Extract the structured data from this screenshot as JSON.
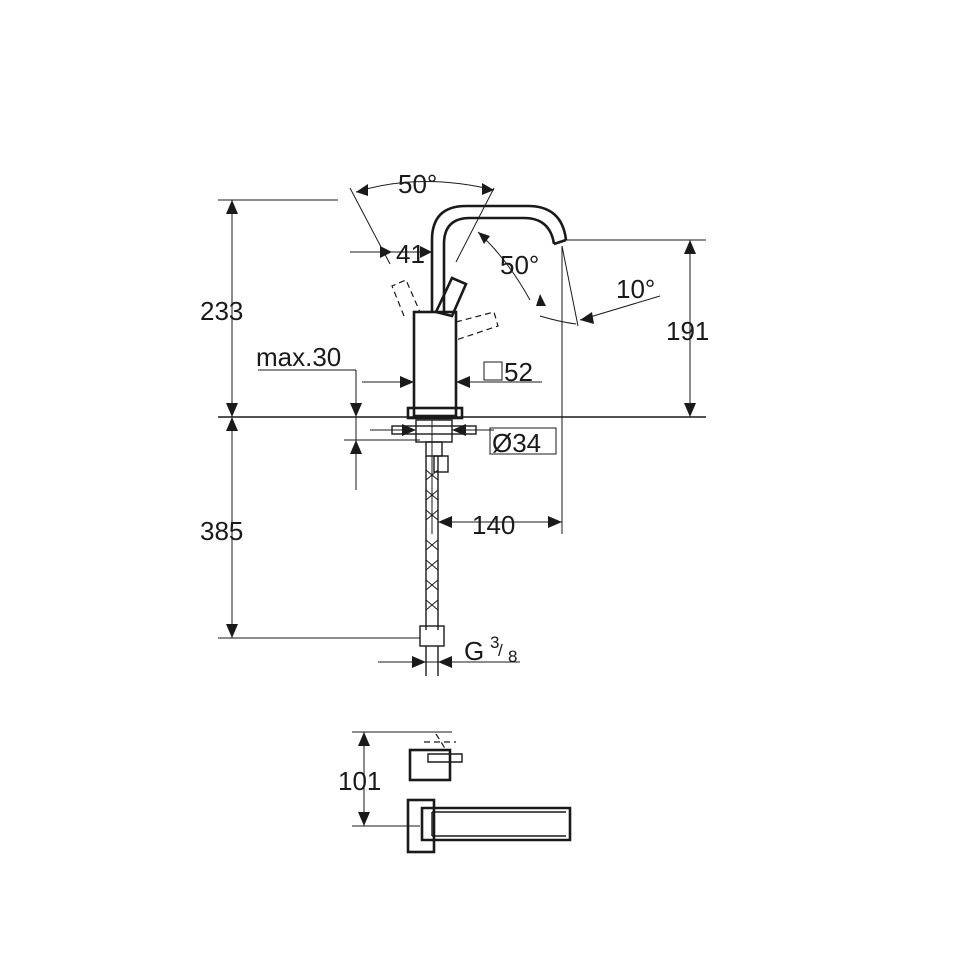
{
  "front_view": {
    "dim_height_total": "233",
    "dim_spout_height": "191",
    "dim_lever_angle_top": "50°",
    "dim_lever_offset": "41",
    "dim_lever_angle_side": "50°",
    "dim_spout_angle": "10°",
    "dim_counter_thickness": "max.30",
    "dim_body_square": "52",
    "dim_hole_diameter": "Ø34",
    "dim_spout_reach": "140",
    "dim_hose_length": "385",
    "dim_connection_prefix": "G",
    "dim_connection_num": "3",
    "dim_connection_den": "8"
  },
  "top_view": {
    "dim_depth": "101"
  }
}
